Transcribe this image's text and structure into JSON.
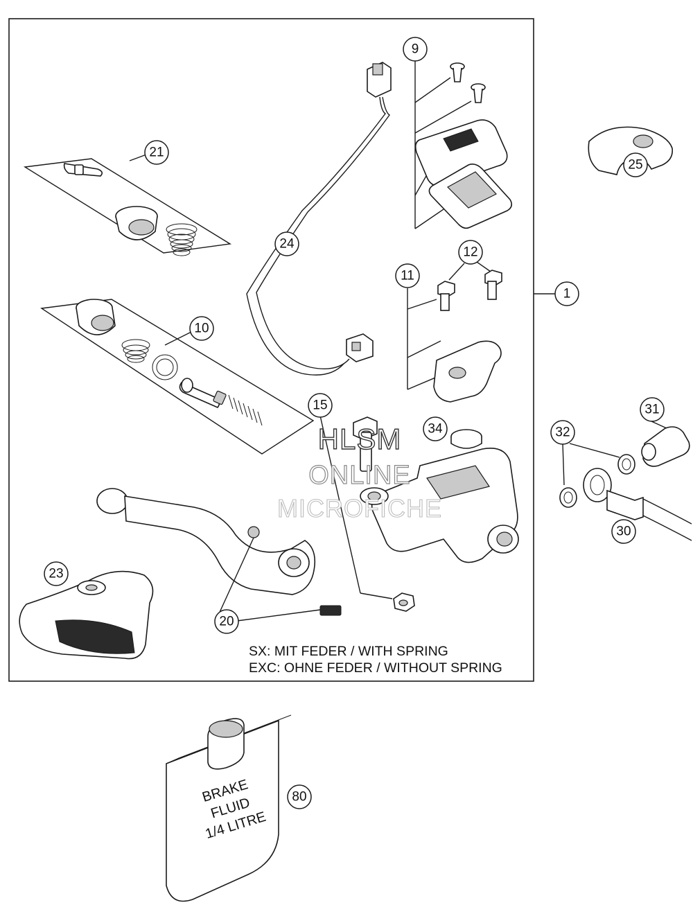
{
  "callouts": {
    "c1": "1",
    "c9": "9",
    "c10": "10",
    "c11": "11",
    "c12": "12",
    "c15": "15",
    "c20": "20",
    "c21": "21",
    "c23": "23",
    "c24": "24",
    "c25": "25",
    "c30": "30",
    "c31": "31",
    "c32": "32",
    "c34": "34",
    "c80": "80"
  },
  "notes": {
    "line1": "SX: MIT FEDER / WITH SPRING",
    "line2": "EXC: OHNE FEDER / WITHOUT SPRING"
  },
  "bottle": {
    "line1": "BRAKE",
    "line2": "FLUID",
    "line3": "1/4 LITRE"
  },
  "watermark": {
    "line1": "HLSM",
    "line2": "ONLINE",
    "line3": "MICROFICHE"
  }
}
